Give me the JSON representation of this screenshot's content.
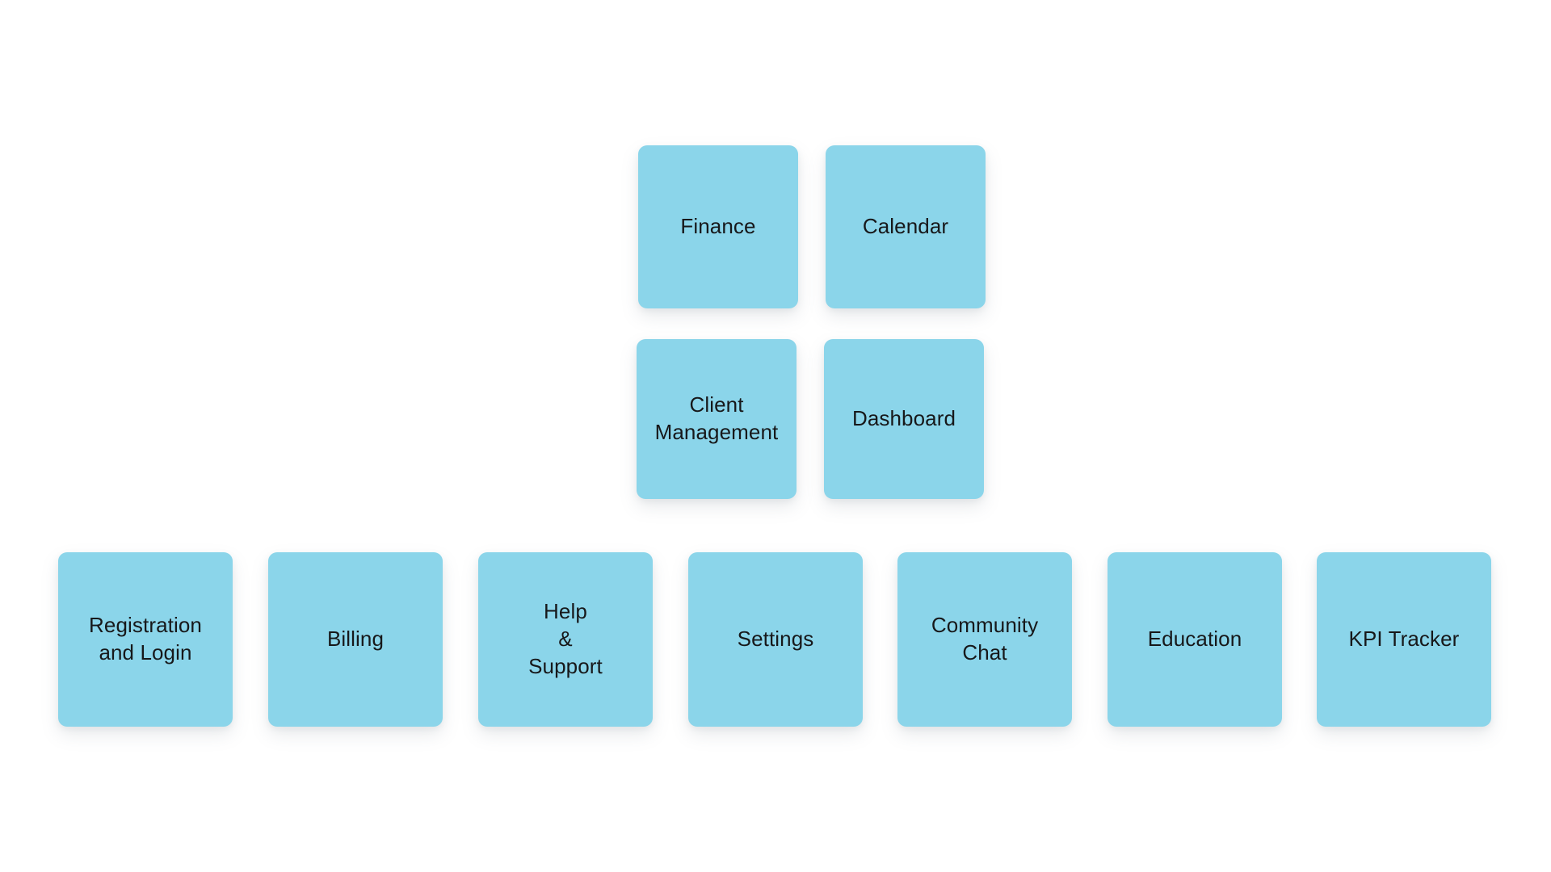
{
  "page": {
    "background_color": "#ffffff",
    "card_color": "#8bd5ea",
    "label_color": "#17181a"
  },
  "diagram": {
    "type": "feature-map",
    "rows": [
      {
        "name": "top-row",
        "cards": [
          {
            "label": "Finance"
          },
          {
            "label": "Calendar"
          }
        ]
      },
      {
        "name": "middle-row",
        "cards": [
          {
            "label": "Client\nManagement"
          },
          {
            "label": "Dashboard"
          }
        ]
      },
      {
        "name": "bottom-row",
        "cards": [
          {
            "label": "Registration\nand Login"
          },
          {
            "label": "Billing"
          },
          {
            "label": "Help\n&\nSupport"
          },
          {
            "label": "Settings"
          },
          {
            "label": "Community\nChat"
          },
          {
            "label": "Education"
          },
          {
            "label": "KPI Tracker"
          }
        ]
      }
    ]
  }
}
